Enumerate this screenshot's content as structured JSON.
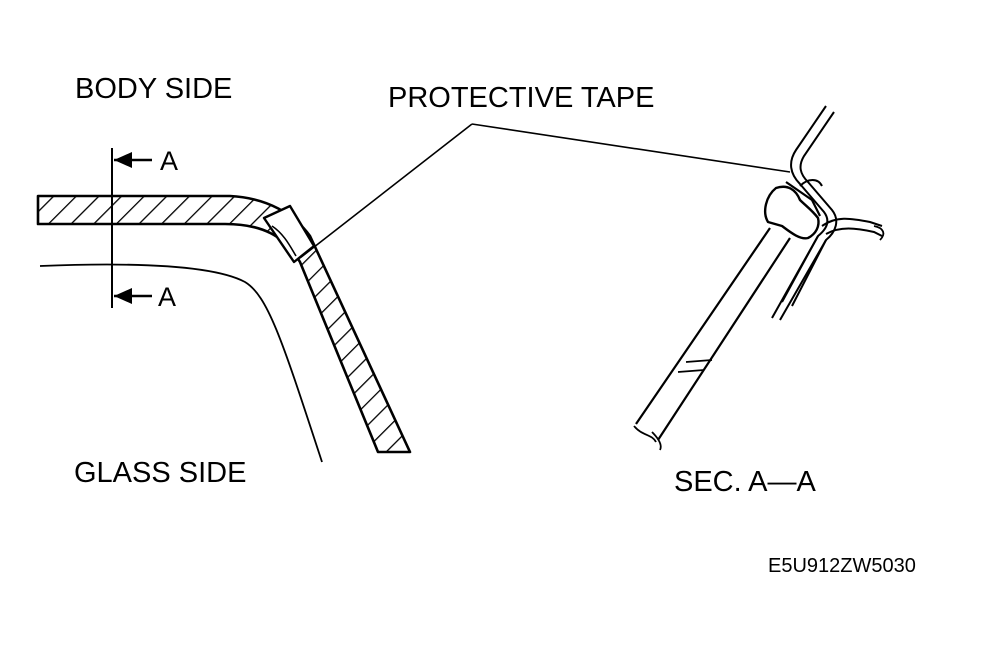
{
  "labels": {
    "body_side": "BODY SIDE",
    "glass_side": "GLASS SIDE",
    "protective_tape": "PROTECTIVE TAPE",
    "section_marker_top": "A",
    "section_marker_bottom": "A",
    "section_title": "SEC. A—A",
    "figure_code": "E5U912ZW5030"
  },
  "colors": {
    "line": "#000000",
    "background": "#ffffff"
  }
}
